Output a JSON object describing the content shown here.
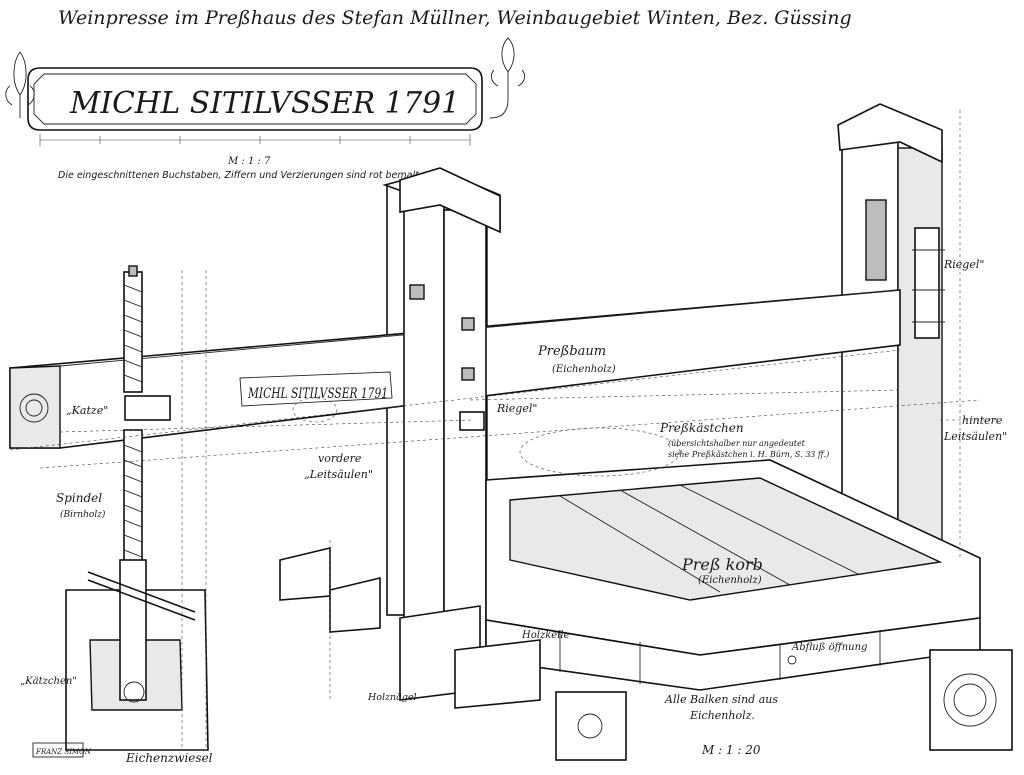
{
  "title": "Weinpresse im Preßhaus des Stefan Müllner, Weinbaugebiet Winten, Bez. Güssing",
  "inscription": {
    "text": "MICHL SITILVSSER 1791",
    "scale": "M : 1 : 7",
    "note": "Die eingeschnittenen Buchstaben, Ziffern und Verzierungen sind rot bemalt."
  },
  "labels": {
    "pressbaum": "Preßbaum",
    "pressbaum_sub": "(Eichenholz)",
    "katze": "„Katze\"",
    "riegel_front": "Riegel\"",
    "riegel_back": "Riegel\"",
    "vordere_1": "vordere",
    "vordere_2": "„Leitsäulen\"",
    "hintere_1": "hintere",
    "hintere_2": "Leitsäulen\"",
    "presskaestchen": "Preßkästchen",
    "presskaestchen_sub1": "(übersichtshalber nur angedeutet",
    "presskaestchen_sub2": "siehe Preßkästchen i. H. Bürn, S. 33 ff.)",
    "spindel": "Spindel",
    "spindel_sub": "(Birnholz)",
    "presskorb": "Preß korb",
    "presskorb_sub": "(Eichenholz)",
    "holzkeile": "Holzkeile",
    "abfluss": "Abfluß öffnung",
    "kaetzchen": "„Kätzchen\"",
    "holznaegel": "Holznägel",
    "eichenzwiesel": "Eichenzwiesel",
    "balken_1": "Alle Balken sind aus",
    "balken_2": "Eichenholz.",
    "scale_main": "M : 1 : 20",
    "signature": "FRANZ SIMON"
  }
}
